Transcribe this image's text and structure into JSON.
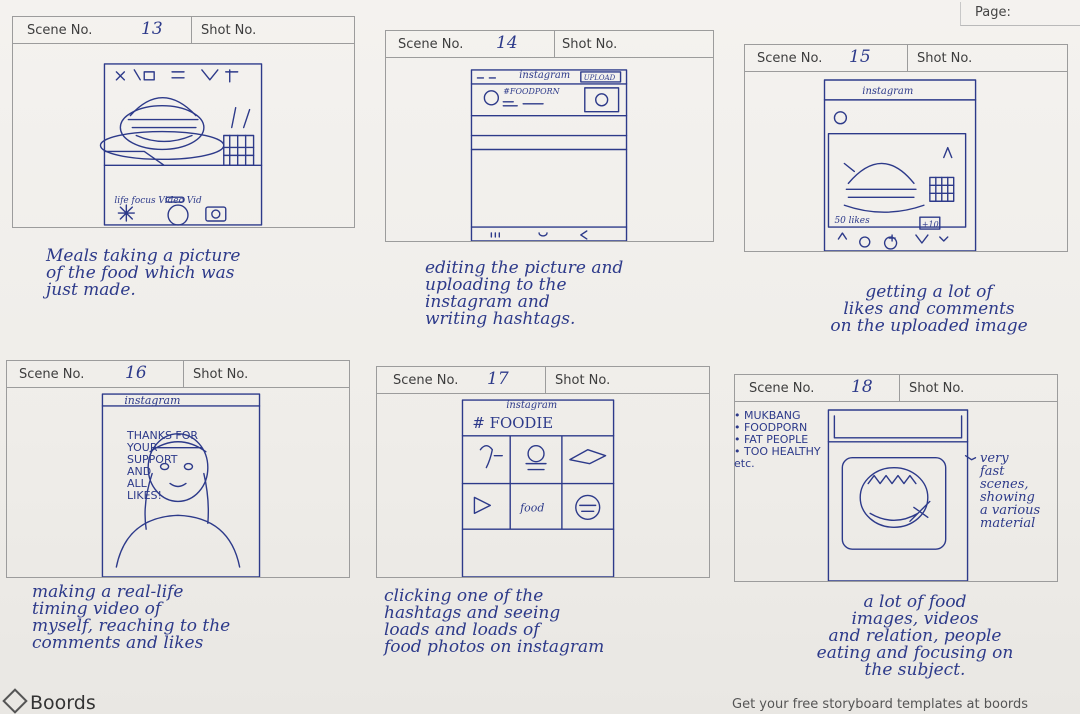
{
  "page": {
    "label": "Page:"
  },
  "labels": {
    "scene": "Scene No.",
    "shot": "Shot No."
  },
  "panels": [
    {
      "scene": "13",
      "caption": "Meals taking a picture\n of the food which was\njust made."
    },
    {
      "scene": "14",
      "caption": "editing the picture and\n uploading to the\n instagram and\nwriting hashtags."
    },
    {
      "scene": "15",
      "caption": "getting a lot of\nlikes and comments\non the uploaded image"
    },
    {
      "scene": "16",
      "caption": "making a real-life\ntiming video of\nmyself, reaching to the\ncomments and likes"
    },
    {
      "scene": "17",
      "caption": "clicking one of the\nhashtags and seeing\nloads and loads of\nfood photos on instagram"
    },
    {
      "scene": "18",
      "caption": "a lot of food\nimages, videos\nand relation, people\neating and focusing on\nthe subject."
    }
  ],
  "sketch_text": {
    "p13_modes": "life focus   Video Vid",
    "p14_title": "instagram",
    "p14_button": "UPLOAD",
    "p14_tag": "#FOODPORN",
    "p15_title": "instagram",
    "p15_likes": "50 likes",
    "p15_badge": "+10",
    "p16_title": "instagram",
    "p16_message": "THANKS FOR\nYOUR\nSUPPORT\nAND\nALL\nLIKES!",
    "p17_title": "instagram",
    "p17_tag": "# FOODIE",
    "p17_food": "food",
    "p18_list": "• MUKBANG\n• FOODPORN\n• FAT PEOPLE\n• TOO HEALTHY\n  etc.",
    "p18_note": "very\nfast\nscenes,\nshowing\na various\nmaterial"
  },
  "footer": {
    "brand": "Boords",
    "tagline": "Get your free storyboard templates at boords"
  },
  "colors": {
    "ink": "#2d3a8a",
    "paper": "#f3f1ee",
    "grid": "#9c9c9c"
  }
}
